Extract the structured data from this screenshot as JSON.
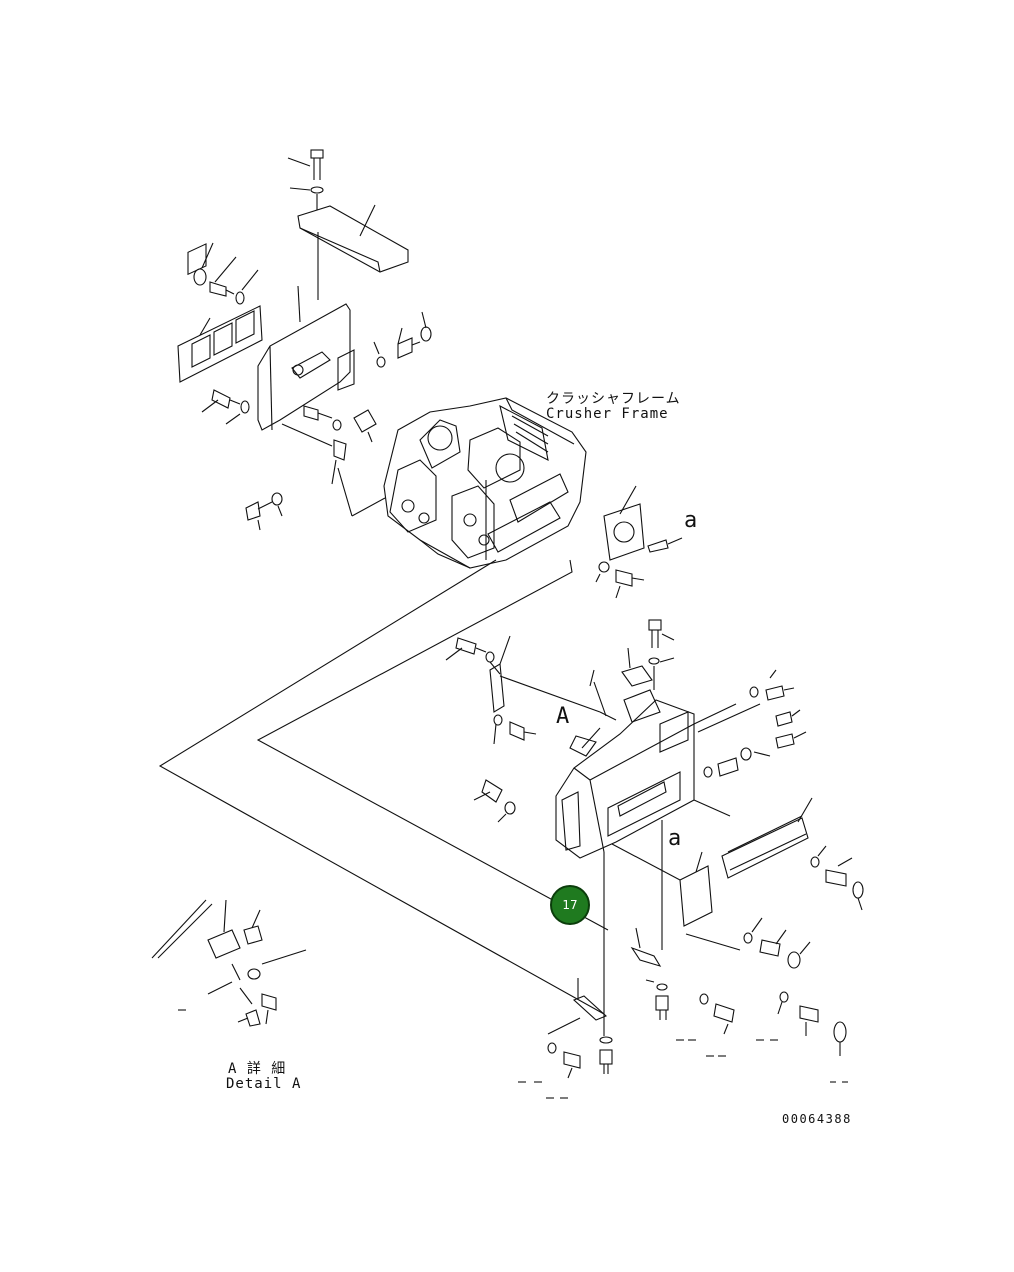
{
  "labels": {
    "crusher_frame_jp": "クラッシャフレーム",
    "crusher_frame_en": "Crusher Frame",
    "view_a_upper": "a",
    "view_a_lower": "a",
    "view_A_arrow": "A",
    "detail_jp": "A 詳 細",
    "detail_en": "Detail A",
    "drawing_number": "00064388"
  },
  "callout": {
    "number": "17",
    "color": "#1f7a1f"
  }
}
